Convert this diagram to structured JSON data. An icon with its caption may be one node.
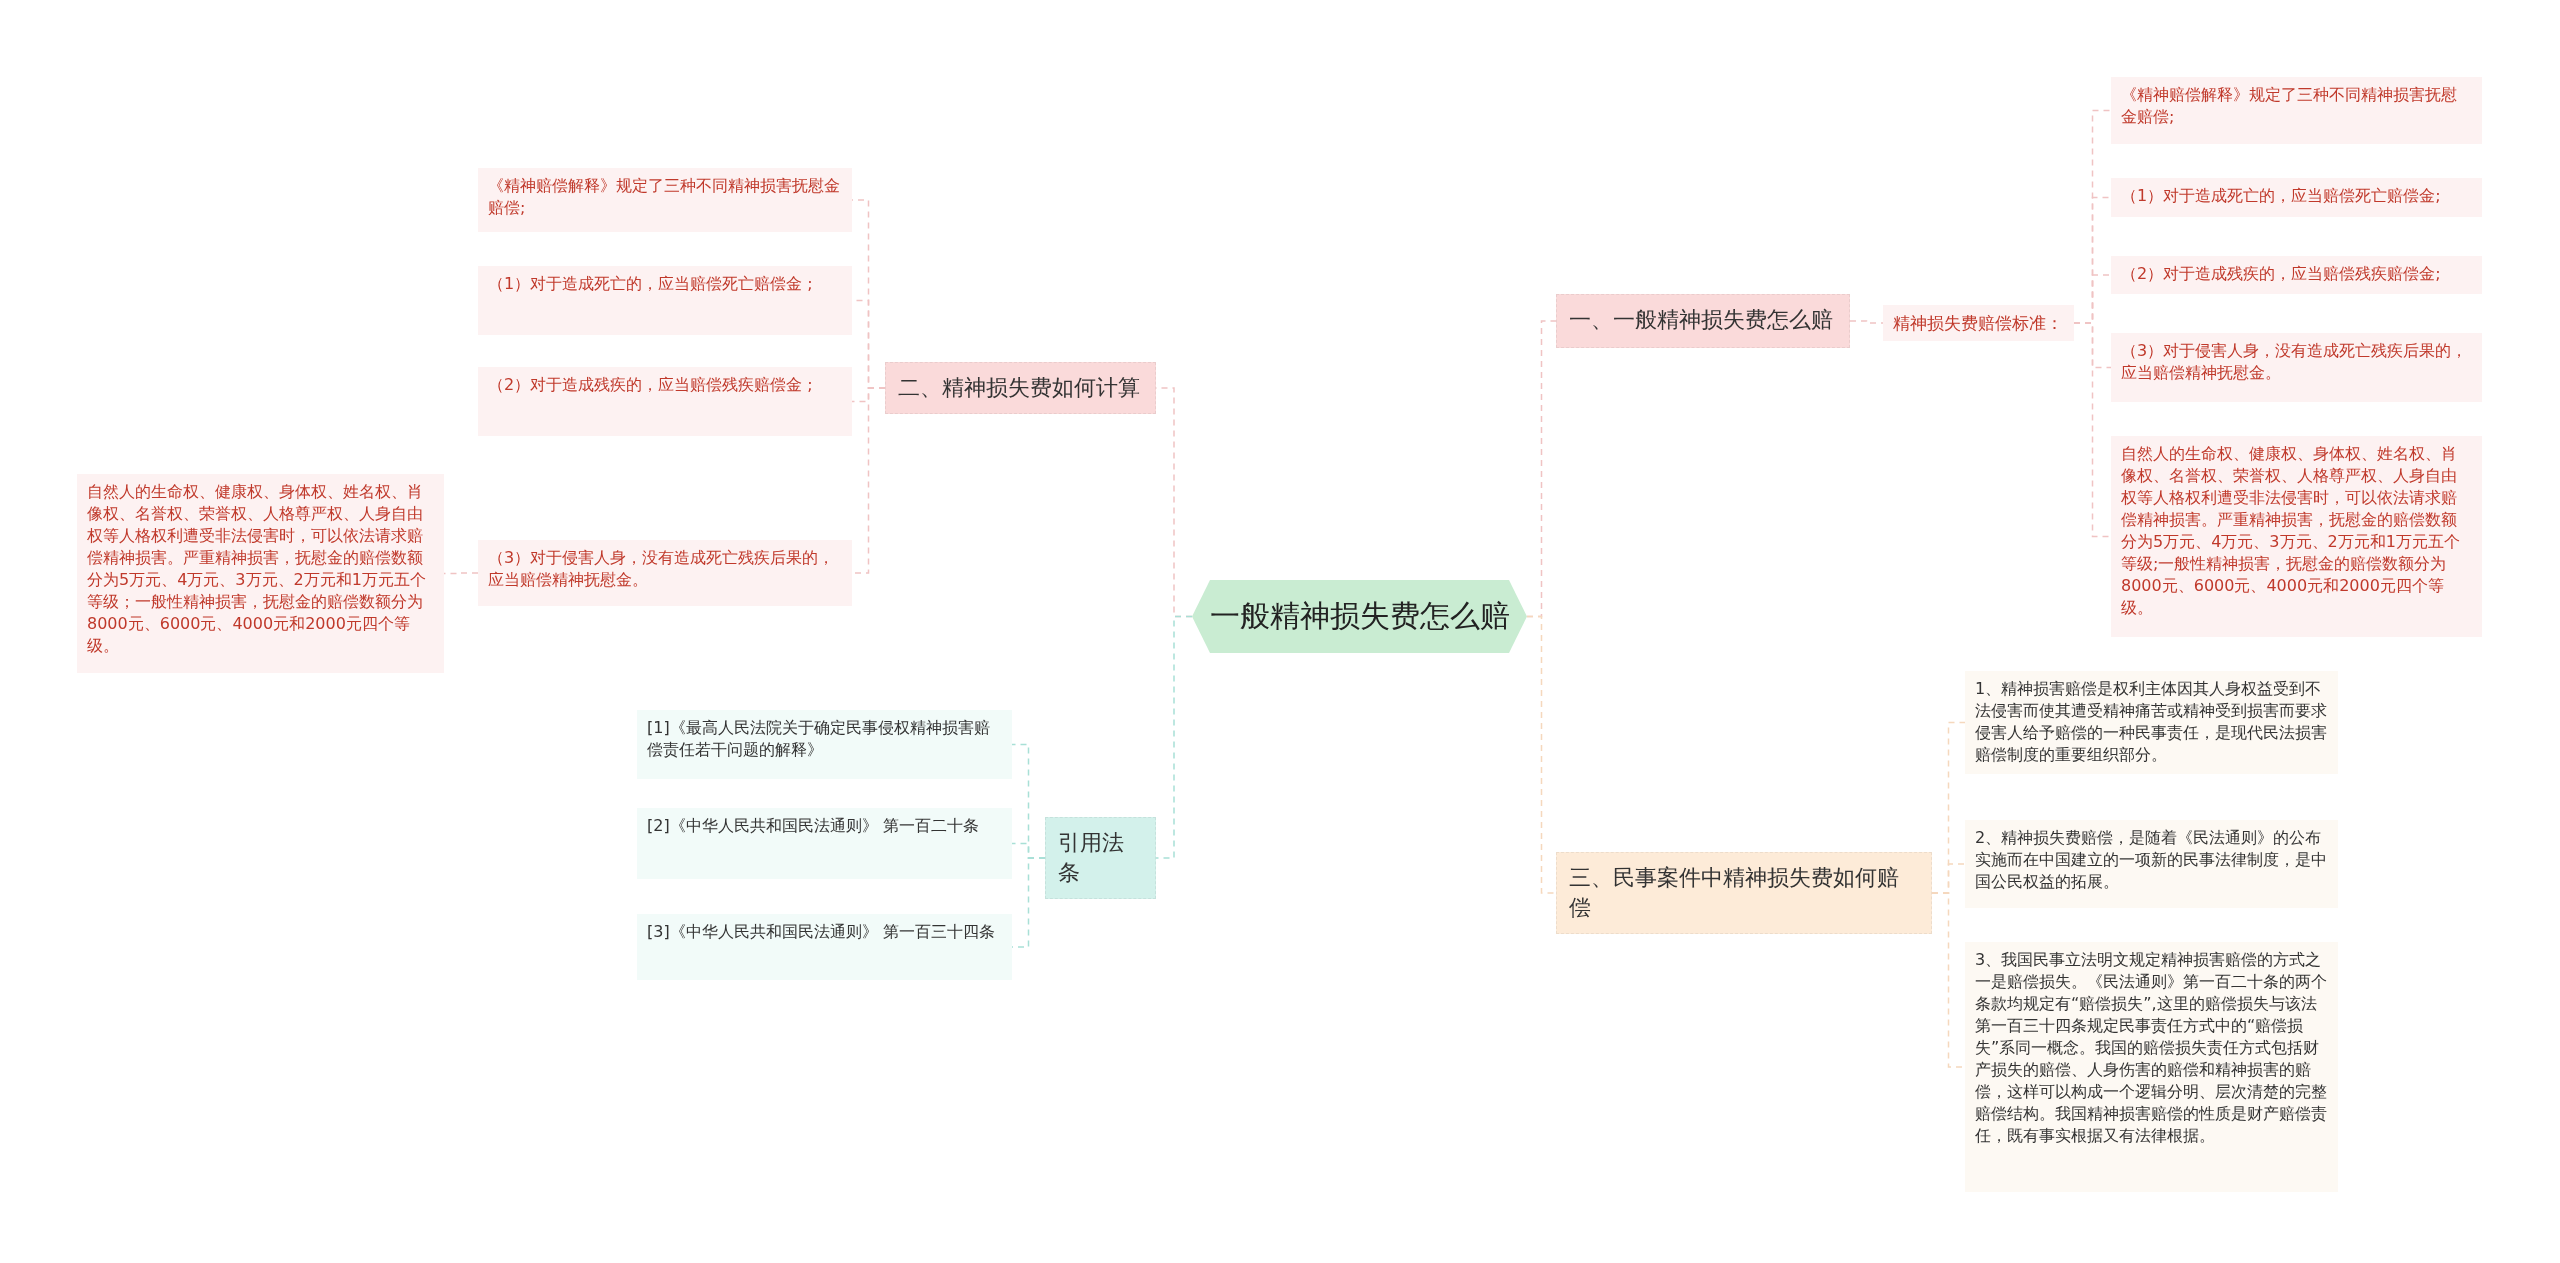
{
  "diagram": {
    "nodes": [
      {
        "text": [
          "一般精神损失费怎么赔"
        ]
      },
      {
        "text": [
          "二、精神损失费如何计算"
        ]
      },
      {
        "text": [
          "《精神赔偿解释》规定了三种不同精神损害抚慰金赔偿;"
        ]
      },
      {
        "text": [
          "（1）对于造成死亡的，应当赔偿死亡赔偿金 ;"
        ]
      },
      {
        "text": [
          "（2）对于造成残疾的，应当赔偿残疾赔偿金 ;"
        ]
      },
      {
        "text": [
          "（3）对于侵害人身，没有造成死亡残疾后果的，应当赔偿精神抚慰金。"
        ]
      },
      {
        "text": [
          "自然人的生命权、健康权、身体权、姓名权、肖像权、名誉权、荣誉权、人格尊严权、人身自由权等人格权利遭受非法侵害时，可以依法请求赔偿精神损害。严重精神损害，抚慰金的赔偿数额分为5万元、4万元、3万元、2万元和1万元五个等级；一般性精神损害，抚慰金的赔偿数额分为8000元、6000元、4000元和2000元四个等级。"
        ]
      },
      {
        "text": [
          "引用法条"
        ]
      },
      {
        "text": [
          "[1]《最高人民法院关于确定民事侵权精神损害赔偿责任若干问题的解释》"
        ]
      },
      {
        "text": [
          "[2]《中华人民共和国民法通则》 第一百二十条"
        ]
      },
      {
        "text": [
          "[3]《中华人民共和国民法通则》 第一百三十四条"
        ]
      },
      {
        "text": [
          "一、一般精神损失费怎么赔"
        ]
      },
      {
        "text": [
          "精神损失费赔偿标准："
        ]
      },
      {
        "text": [
          "《精神赔偿解释》规定了三种不同精神损害抚慰金赔偿;"
        ]
      },
      {
        "text": [
          "（1）对于造成死亡的，应当赔偿死亡赔偿金;"
        ]
      },
      {
        "text": [
          "（2）对于造成残疾的，应当赔偿残疾赔偿金;"
        ]
      },
      {
        "text": [
          "（3）对于侵害人身，没有造成死亡残疾后果的，应当赔偿精神抚慰金。"
        ]
      },
      {
        "text": [
          "自然人的生命权、健康权、身体权、姓名权、肖像权、名誉权、荣誉权、人格尊严权、人身自由权等人格权利遭受非法侵害时，可以依法请求赔偿精神损害。严重精神损害，抚慰金的赔偿数额分为5万元、4万元、3万元、2万元和1万元五个等级;一般性精神损害，抚慰金的赔偿数额分为8000元、6000元、4000元和2000元四个等级。"
        ]
      },
      {
        "text": [
          "三、民事案件中精神损失费如何赔偿"
        ]
      },
      {
        "text": [
          "1、精神损害赔偿是权利主体因其人身权益受到不法侵害而使其遭受精神痛苦或精神受到损害而要求侵害人给予赔偿的一种民事责任，是现代民法损害赔偿制度的重要组织部分。"
        ]
      },
      {
        "text": [
          "2、精神损失费赔偿，是随着《民法通则》的公布实施而在中国建立的一项新的民事法律制度，是中国公民权益的拓展。"
        ]
      },
      {
        "text": [
          "3、我国民事立法明文规定精神损害赔偿的方式之一是赔偿损失。《民法通则》第一百二十条的两个条款均规定有“赔偿损失”,这里的赔偿损失与该法第一百三十四条规定民事责任方式中的“赔偿损失”系同一概念。我国的赔偿损失责任方式包括财产损失的赔偿、人身伤害的赔偿和精神损害的赔偿，这样可以构成一个逻辑分明、层次清楚的完整赔偿结构。我国精神损害赔偿的性质是财产赔偿责任，既有事实根据又有法律根据。"
        ]
      }
    ],
    "edges": [
      {
        "from": 0,
        "to": 1,
        "arrow": "none"
      },
      {
        "from": 1,
        "to": 2,
        "arrow": "none"
      },
      {
        "from": 1,
        "to": 3,
        "arrow": "none"
      },
      {
        "from": 1,
        "to": 4,
        "arrow": "none"
      },
      {
        "from": 1,
        "to": 5,
        "arrow": "none"
      },
      {
        "from": 5,
        "to": 6,
        "arrow": "none"
      },
      {
        "from": 0,
        "to": 7,
        "arrow": "none",
        "color": "#a8e0d6"
      },
      {
        "from": 7,
        "to": 8,
        "arrow": "none",
        "color": "#a8e0d6"
      },
      {
        "from": 7,
        "to": 9,
        "arrow": "none",
        "color": "#a8e0d6"
      },
      {
        "from": 7,
        "to": 10,
        "arrow": "none",
        "color": "#a8e0d6"
      },
      {
        "from": 0,
        "to": 11,
        "arrow": "none"
      },
      {
        "from": 11,
        "to": 12,
        "arrow": "none"
      },
      {
        "from": 12,
        "to": 13,
        "arrow": "none"
      },
      {
        "from": 12,
        "to": 14,
        "arrow": "none"
      },
      {
        "from": 12,
        "to": 15,
        "arrow": "none"
      },
      {
        "from": 12,
        "to": 16,
        "arrow": "none"
      },
      {
        "from": 12,
        "to": 17,
        "arrow": "none"
      },
      {
        "from": 0,
        "to": 18,
        "arrow": "none",
        "color": "#f5d8bd"
      },
      {
        "from": 18,
        "to": 19,
        "arrow": "none",
        "color": "#f5d8bd"
      },
      {
        "from": 18,
        "to": 20,
        "arrow": "none",
        "color": "#f5d8bd"
      },
      {
        "from": 18,
        "to": 21,
        "arrow": "none",
        "color": "#f5d8bd"
      }
    ]
  }
}
